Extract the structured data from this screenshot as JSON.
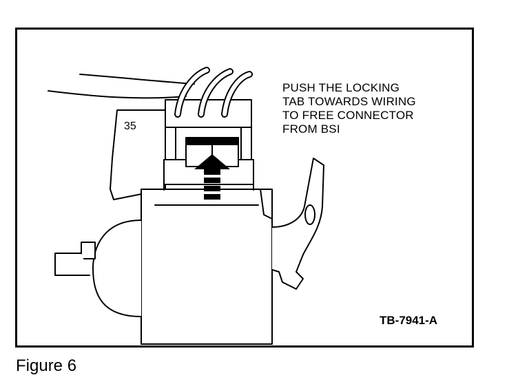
{
  "figure": {
    "instruction_lines": [
      "PUSH THE LOCKING",
      "TAB TOWARDS WIRING",
      "TO FREE CONNECTOR",
      "FROM BSI"
    ],
    "callout_number": "35",
    "reference_code": "TB-7941-A",
    "caption": "Figure 6"
  }
}
